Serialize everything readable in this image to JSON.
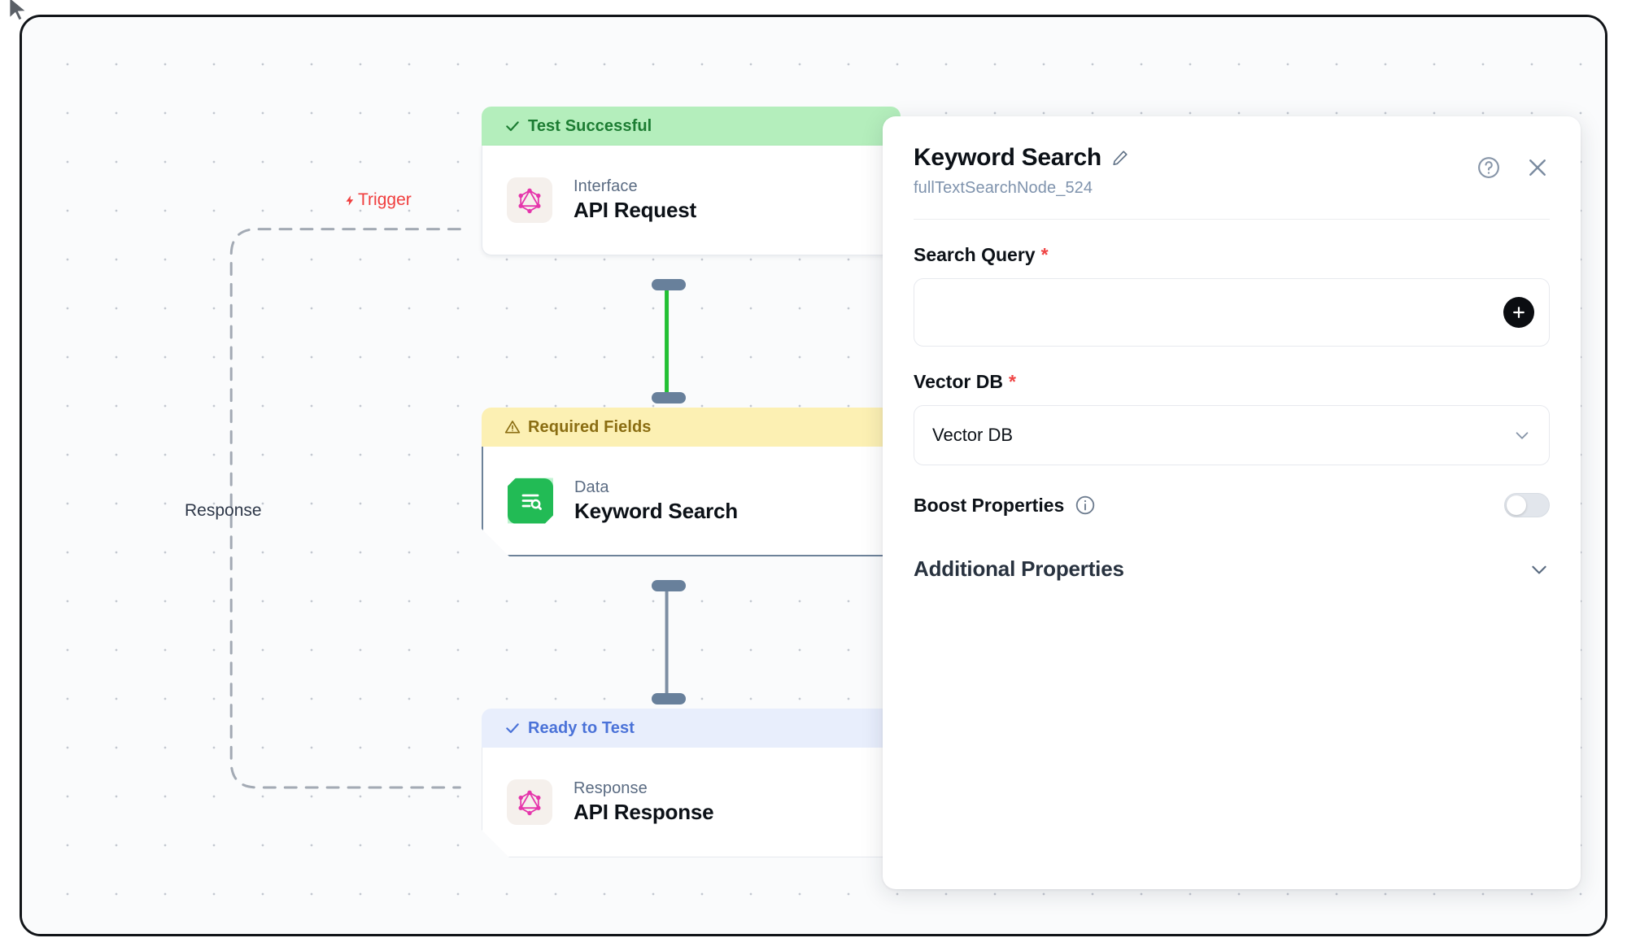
{
  "canvas": {
    "trigger_label": "Trigger",
    "trigger_icon": "lightning-bolt-icon",
    "response_label": "Response",
    "grid": "dot-grid"
  },
  "nodes": [
    {
      "id": "api-request",
      "status": "Test Successful",
      "status_icon": "check-icon",
      "status_type": "success",
      "kind": "Interface",
      "title": "API Request",
      "icon": "graphql-icon"
    },
    {
      "id": "keyword-search",
      "status": "Required Fields",
      "status_icon": "warning-triangle-icon",
      "status_type": "warning",
      "kind": "Data",
      "title": "Keyword Search",
      "icon": "document-search-icon",
      "selected": true
    },
    {
      "id": "api-response",
      "status": "Ready to Test",
      "status_icon": "check-icon",
      "status_type": "ready",
      "kind": "Response",
      "title": "API Response",
      "icon": "graphql-icon"
    }
  ],
  "panel": {
    "title": "Keyword Search",
    "edit_icon": "pencil-icon",
    "subtitle": "fullTextSearchNode_524",
    "help_icon": "question-circle-icon",
    "close_icon": "close-icon",
    "fields": {
      "search_query": {
        "label": "Search Query",
        "required_marker": "*",
        "value": "",
        "placeholder": "",
        "add_icon": "plus-icon"
      },
      "vector_db": {
        "label": "Vector DB",
        "required_marker": "*",
        "value": "Vector DB",
        "chevron_icon": "chevron-down-icon"
      },
      "boost_properties": {
        "label": "Boost Properties",
        "info_icon": "info-circle-icon",
        "enabled": false
      }
    },
    "accordion": {
      "title": "Additional Properties",
      "chevron_icon": "chevron-down-icon",
      "expanded": false
    }
  },
  "colors": {
    "success_bg": "#b4eebc",
    "success_text": "#1c7c32",
    "warning_bg": "#fcf0b3",
    "warning_text": "#8a6d12",
    "ready_bg": "#e8eefc",
    "ready_text": "#4a72d8",
    "trigger_red": "#f03e3e",
    "edge_active_green": "#22c033",
    "edge_idle_gray": "#7d8ea3",
    "accent_black": "#0b0d11",
    "required_red": "#ef4444",
    "graphql_pink": "#e535ab",
    "search_green": "#22bb55"
  }
}
